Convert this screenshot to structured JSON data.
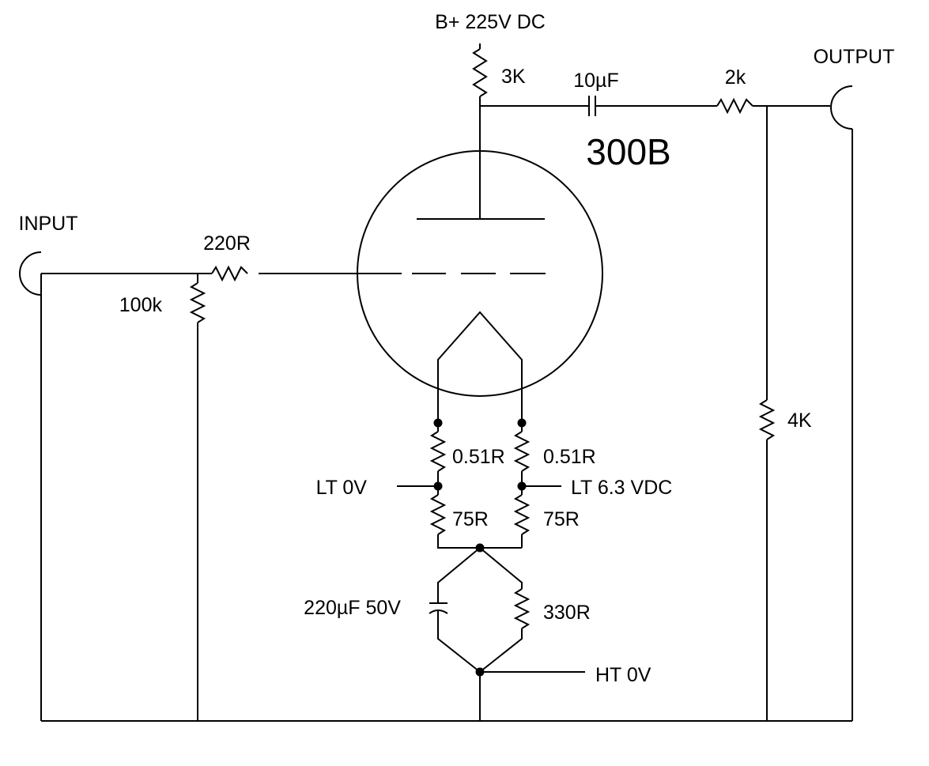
{
  "labels": {
    "supply": "B+ 225V DC",
    "r_plate": "3K",
    "c_coupling": "10µF",
    "r_output_series": "2k",
    "output": "OUTPUT",
    "tube": "300B",
    "input": "INPUT",
    "r_grid_stopper": "220R",
    "r_grid_leak": "100k",
    "r_output_load": "4K",
    "r_fil_upper_left": "0.51R",
    "r_fil_upper_right": "0.51R",
    "lt_ground": "LT 0V",
    "lt_supply": "LT 6.3 VDC",
    "r_fil_lower_left": "75R",
    "r_fil_lower_right": "75R",
    "c_cathode_bypass": "220µF 50V",
    "r_cathode": "330R",
    "ht_ground": "HT 0V"
  }
}
